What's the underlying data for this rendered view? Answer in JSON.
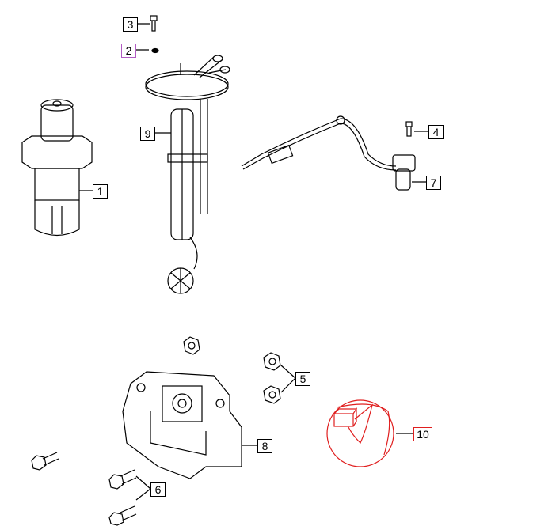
{
  "callouts": [
    {
      "id": "1",
      "label": "1"
    },
    {
      "id": "2",
      "label": "2",
      "highlight": "#b25cc4"
    },
    {
      "id": "3",
      "label": "3"
    },
    {
      "id": "4",
      "label": "4"
    },
    {
      "id": "5",
      "label": "5"
    },
    {
      "id": "6",
      "label": "6"
    },
    {
      "id": "7",
      "label": "7"
    },
    {
      "id": "8",
      "label": "8"
    },
    {
      "id": "9",
      "label": "9"
    },
    {
      "id": "10",
      "label": "10",
      "highlight": "#e01f1f"
    }
  ],
  "colors": {
    "line": "#000000",
    "highlight_part": "#e01f1f",
    "selected_callout": "#b25cc4"
  }
}
